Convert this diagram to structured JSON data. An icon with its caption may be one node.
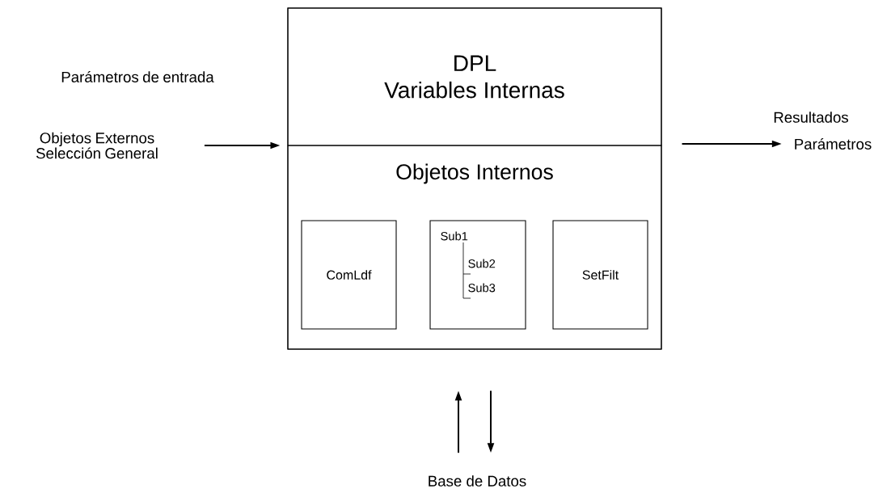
{
  "diagram": {
    "nodes": [
      {
        "text": [],
        "shape": "box"
      },
      {
        "text": [
          "DPL",
          "Variables Internas"
        ],
        "in": 0
      },
      {
        "text": [
          "Objetos Internos"
        ],
        "in": 0
      },
      {
        "text": [
          "ComLdf"
        ],
        "in": 2
      },
      {
        "text": [
          "Sub1",
          "Sub2",
          "Sub3"
        ],
        "in": 2
      },
      {
        "text": [
          "SetFilt"
        ],
        "in": 2
      },
      {
        "text": [
          "Parámetros de entrada",
          "Objetos Externos Selección General"
        ]
      },
      {
        "text": [
          "Resultados",
          "Parámetros"
        ]
      },
      {
        "text": [
          "Base de Datos"
        ]
      }
    ],
    "edges": [
      {
        "from": 6,
        "to": 0,
        "arrow": "to"
      },
      {
        "from": 0,
        "to": 7,
        "arrow": "to"
      },
      {
        "from": 8,
        "to": 0,
        "arrow": "to"
      },
      {
        "from": 0,
        "to": 8,
        "arrow": "to"
      }
    ]
  }
}
